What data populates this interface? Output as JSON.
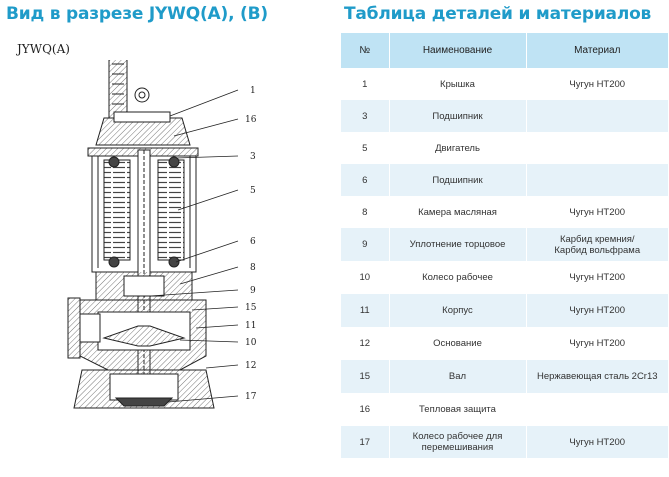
{
  "left_title": "Вид в разрезе JYWQ(A), (B)",
  "right_title": "Таблица деталей и материалов",
  "diagram": {
    "model_label": "JYWQ(A)",
    "callouts": [
      "1",
      "16",
      "3",
      "5",
      "6",
      "8",
      "9",
      "15",
      "11",
      "10",
      "12",
      "17"
    ]
  },
  "table": {
    "headers": [
      "№",
      "Наименование",
      "Материал"
    ],
    "rows": [
      {
        "num": "1",
        "name": "Крышка",
        "material": "Чугун НТ200"
      },
      {
        "num": "3",
        "name": "Подшипник",
        "material": ""
      },
      {
        "num": "5",
        "name": "Двигатель",
        "material": ""
      },
      {
        "num": "6",
        "name": "Подшипник",
        "material": ""
      },
      {
        "num": "8",
        "name": "Камера масляная",
        "material": "Чугун НТ200"
      },
      {
        "num": "9",
        "name": "Уплотнение торцовое",
        "material_lines": [
          "Карбид кремния/",
          "Карбид вольфрама"
        ]
      },
      {
        "num": "10",
        "name": "Колесо рабочее",
        "material": "Чугун НТ200"
      },
      {
        "num": "11",
        "name": "Корпус",
        "material": "Чугун НТ200"
      },
      {
        "num": "12",
        "name": "Основание",
        "material": "Чугун НТ200"
      },
      {
        "num": "15",
        "name": "Вал",
        "material": "Нержавеющая сталь 2Cr13"
      },
      {
        "num": "16",
        "name": "Тепловая защита",
        "material": ""
      },
      {
        "num": "17",
        "name_lines": [
          "Колесо рабочее для",
          "перемешивания"
        ],
        "material": "Чугун НТ200"
      }
    ]
  }
}
